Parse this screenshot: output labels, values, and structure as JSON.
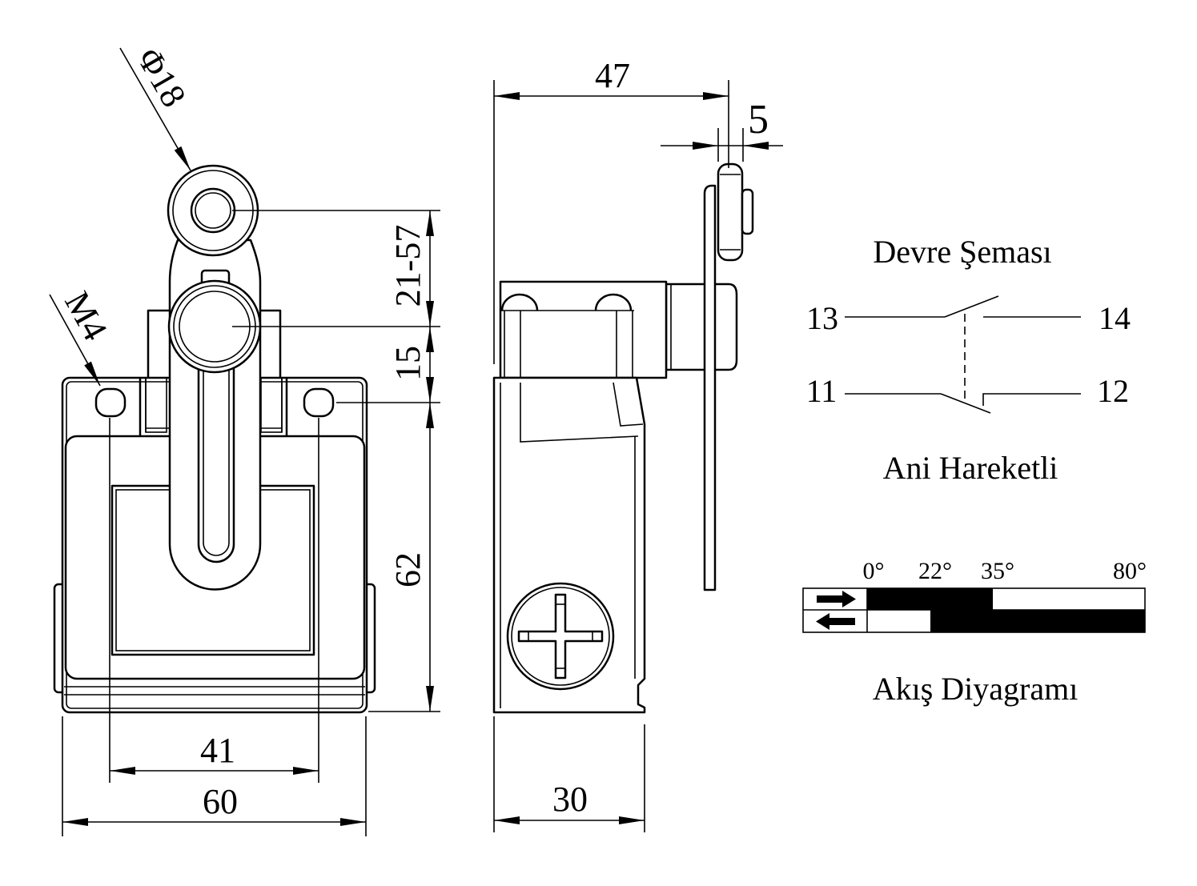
{
  "front_view": {
    "roller_diameter_label": "Φ18",
    "thread_label": "M4",
    "lever_length_label": "21-57",
    "pivot_offset_label": "15",
    "body_height_label": "62",
    "hole_spacing_label": "41",
    "body_width_label": "60"
  },
  "side_view": {
    "overall_depth_label": "47",
    "roller_width_label": "5",
    "body_depth_label": "30"
  },
  "circuit": {
    "title": "Devre Şeması",
    "terminal_13": "13",
    "terminal_14": "14",
    "terminal_11": "11",
    "terminal_12": "12",
    "action_type": "Ani Hareketli"
  },
  "flow": {
    "title": "Akış Diyagramı",
    "ticks": [
      "0°",
      "22°",
      "35°",
      "80°"
    ],
    "rows": [
      {
        "icon": "arrow-right-icon",
        "closed_from_tick": 0,
        "closed_to_tick": 2
      },
      {
        "icon": "arrow-left-icon",
        "closed_from_tick": 1,
        "closed_to_tick": 3
      }
    ]
  },
  "colors": {
    "line": "#000000",
    "background": "#ffffff"
  }
}
